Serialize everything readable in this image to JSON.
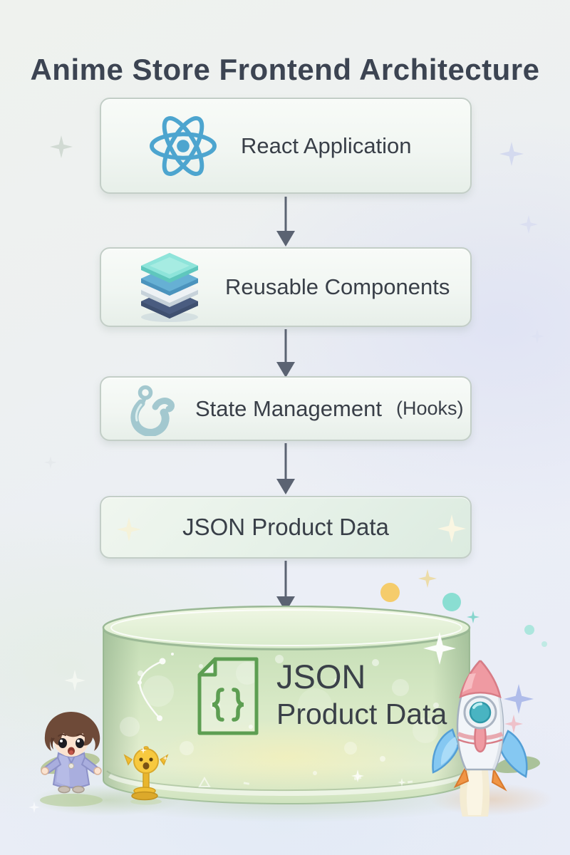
{
  "title": "Anime Store Frontend Architecture",
  "flow": {
    "nodes": [
      {
        "label": "React Application",
        "icon": "react-icon"
      },
      {
        "label": "Reusable Components",
        "icon": "layers-icon"
      },
      {
        "label": "State Management",
        "suffix": "(Hooks)",
        "icon": "hook-icon"
      },
      {
        "label": "JSON Product Data",
        "icon": "none"
      }
    ],
    "arrow_count": 4
  },
  "database": {
    "icon": "json-file-icon",
    "line1": "JSON",
    "line2": "Product Data"
  },
  "decorations": {
    "characters": [
      "chibi-boy",
      "chick-mascot",
      "toy-rocket"
    ],
    "motifs": [
      "sparkles",
      "bokeh-dots",
      "constellation",
      "leaves"
    ]
  },
  "colors": {
    "title_text": "#3c4452",
    "node_text": "#393f48",
    "node_border": "#c3cec7",
    "arrow": "#5b6372",
    "react_blue": "#4da5cf",
    "hook_teal": "#a3c8cf",
    "layers_top": "#8ee4da",
    "layers_navy": "#3f5070",
    "json_green": "#5d9e52",
    "cylinder_fill": "#d8e9c6"
  }
}
